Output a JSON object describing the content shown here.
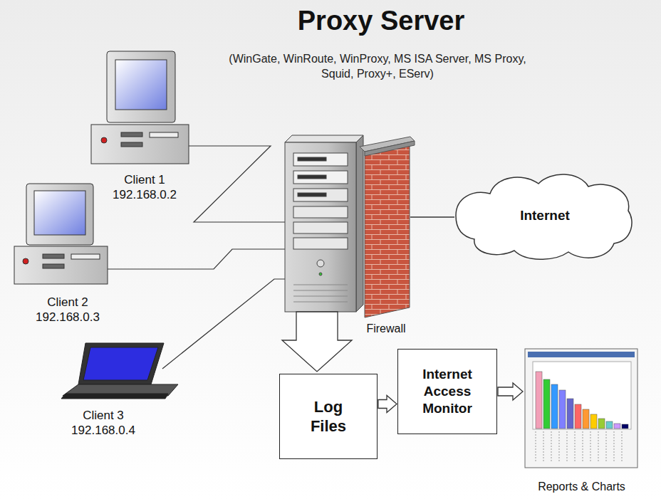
{
  "diagram": {
    "title": "Proxy Server",
    "nodes": [
      {
        "text": [
          "Client 1 192.168.0.2"
        ]
      },
      {
        "text": [
          "Client 2 192.168.0.3"
        ]
      },
      {
        "text": [
          "Client 3 192.168.0.4"
        ]
      },
      {
        "text": [
          "Firewall"
        ]
      },
      {
        "text": [
          "Internet"
        ]
      },
      {
        "text": [
          "Log Files"
        ]
      },
      {
        "text": [
          "Internet Access Monitor"
        ]
      },
      {
        "text": [
          "Reports & Charts"
        ]
      }
    ],
    "edges": [
      {
        "from": 3,
        "to": 4,
        "arrow": "none"
      },
      {
        "from": 5,
        "to": 6,
        "arrow": "to"
      },
      {
        "from": 6,
        "to": 7,
        "arrow": "to"
      }
    ],
    "labels": [
      "(WinGate, WinRoute, WinProxy, MS ISA Server, MS Proxy, Squid, Proxy+, EServ)"
    ]
  }
}
